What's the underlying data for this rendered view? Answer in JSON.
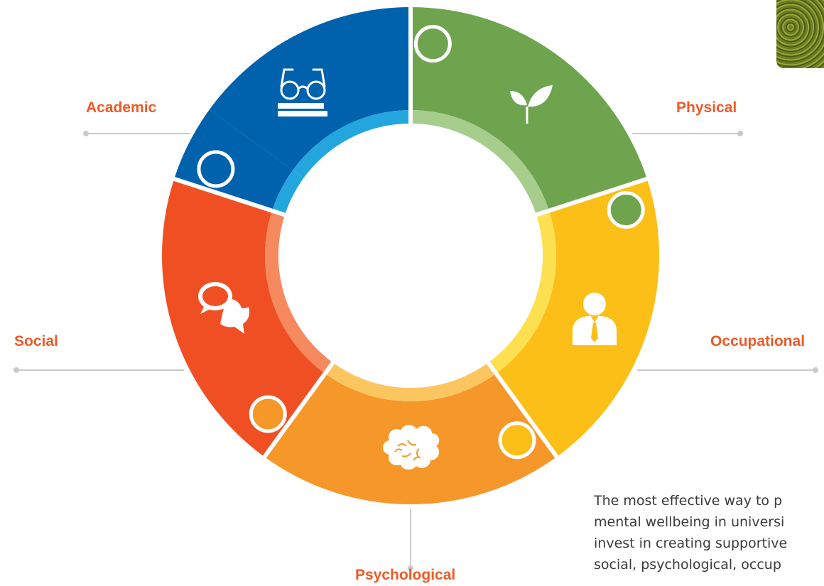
{
  "labels": {
    "academic": "Academic",
    "physical": "Physical",
    "social": "Social",
    "occupational": "Occupational",
    "psychological": "Psychological"
  },
  "paragraph": [
    "The most effective way to p",
    "mental wellbeing in universi",
    "invest in creating supportive",
    "social, psychological, occup"
  ],
  "colors": {
    "academic": "#0061ad",
    "academic_inner": "#23a6de",
    "physical": "#6fa44e",
    "physical_inner": "#a7cd8d",
    "occupational": "#fbbf18",
    "occupational_inner": "#fde04f",
    "psychological": "#f6972a",
    "psychological_inner": "#fbc560",
    "social": "#f04f24",
    "social_inner": "#f6895e",
    "label": "#ee5a27",
    "connector": "#c8cbce"
  },
  "icons": {
    "academic": "glasses-on-books-icon",
    "physical": "sprout-icon",
    "occupational": "businessman-icon",
    "psychological": "brain-icon",
    "social": "speech-bubbles-icon"
  }
}
